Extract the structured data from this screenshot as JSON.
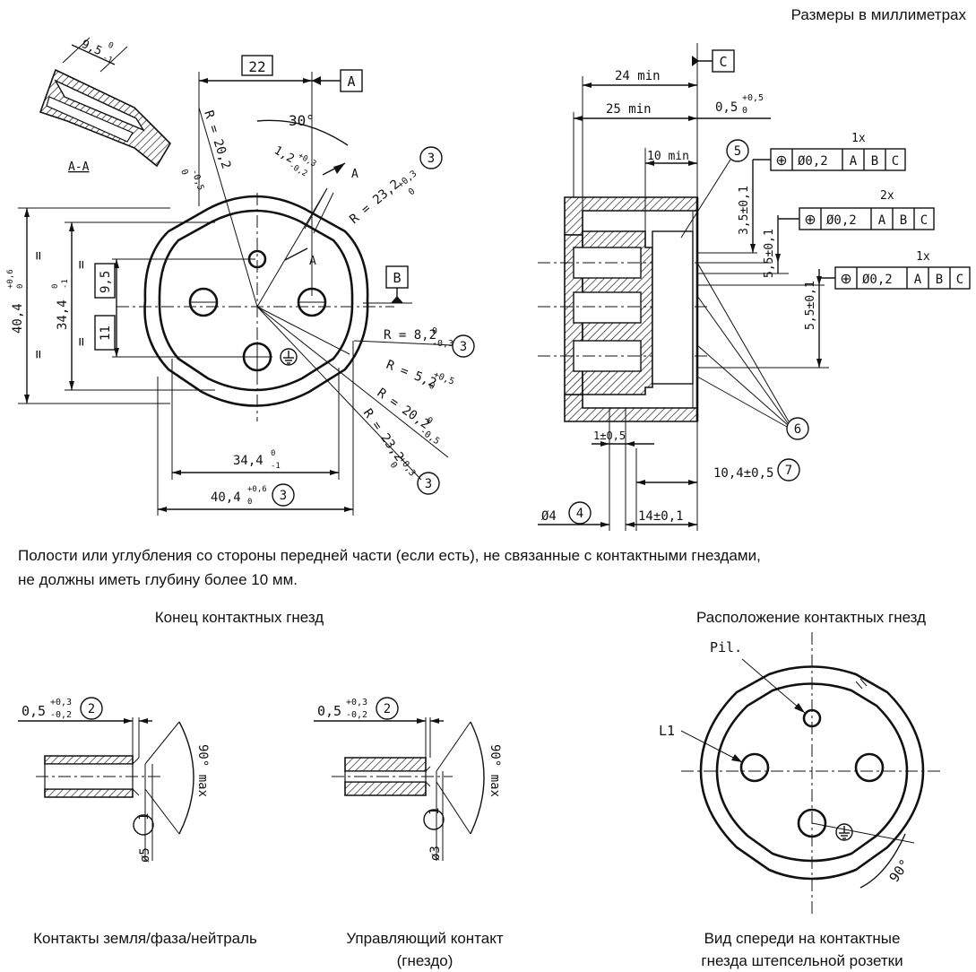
{
  "header": {
    "units_note": "Размеры в миллиметрах"
  },
  "note": {
    "line1": "Полости или углубления со стороны передней части (если есть), не связанные с контактными гнездами,",
    "line2": "не должны иметь глубину более 10 мм."
  },
  "left_view": {
    "box_22": "22",
    "datum_a": "A",
    "datum_b": "B",
    "angle_30": "30°",
    "dim_12": "1,2",
    "dim_12_tol_up": "+0,3",
    "dim_12_tol_lo": "-0,2",
    "r202": "R = 20,2",
    "r202_up": "0",
    "r202_lo": "-0,5",
    "r232_top": "R = 23,2",
    "r232_top_up": "+0,3",
    "r232_top_lo": "0",
    "r82": "R = 8,2",
    "r82_up": "0",
    "r82_lo": "-0,3",
    "r52": "R = 5,2",
    "r52_up": "+0,5",
    "r52_lo": "0",
    "r202b": "R = 20,2",
    "r202b_up": "0",
    "r202b_lo": "-0,5",
    "r232b": "R = 23,2",
    "r232b_up": "+0,3",
    "r232b_lo": "0",
    "v404": "40,4",
    "v404_up": "+0,6",
    "v404_lo": "0",
    "v344": "34,4",
    "v344_up": "0",
    "v344_lo": "-1",
    "box_95": "9,5",
    "box_11": "11",
    "eq": "=",
    "h344": "34,4",
    "h344_up": "0",
    "h344_lo": "-1",
    "h404": "40,4",
    "h404_up": "+0,6",
    "h404_lo": "0",
    "section_label": "A-A",
    "sec_95": "9,5",
    "sec_95_up": "0",
    "sec_95_lo": "-1",
    "arrow_a": "A",
    "circ_3": "3"
  },
  "right_view": {
    "datum_c": "C",
    "min24": "24 min",
    "min25": "25 min",
    "min10": "10 min",
    "dim05": "0,5",
    "dim05_up": "+0,5",
    "dim05_lo": "0",
    "v35": "3,5±0,1",
    "v55a": "5,5±0,1",
    "v55b": "5,5±0,1",
    "fcf": [
      {
        "count": "1x",
        "sym": "⊕",
        "tol": "Ø0,2",
        "a": "A",
        "b": "B",
        "c": "C"
      },
      {
        "count": "2x",
        "sym": "⊕",
        "tol": "Ø0,2",
        "a": "A",
        "b": "B",
        "c": "C"
      },
      {
        "count": "1x",
        "sym": "⊕",
        "tol": "Ø0,2",
        "a": "A",
        "b": "B",
        "c": "C"
      }
    ],
    "d1": "1±0,5",
    "d104": "10,4±0,5",
    "d14": "14±0,1",
    "d4": "Ø4",
    "c4": "4",
    "c5": "5",
    "c6": "6",
    "c7": "7"
  },
  "bottom": {
    "title_left": "Конец контактных гнезд",
    "title_right": "Расположение контактных гнезд",
    "d05_a": "0,5",
    "d05_a_up": "+0,3",
    "d05_a_lo": "-0,2",
    "d05_b": "0,5",
    "d05_b_up": "+0,3",
    "d05_b_lo": "-0,2",
    "c2": "2",
    "c1": "1",
    "diam5": "ø5",
    "diam3": "ø3",
    "max90": "90° max",
    "pil": "Pil.",
    "l1": "L1",
    "deg90": "90°",
    "caption1": "Контакты земля/фаза/нейтраль",
    "caption2a": "Управляющий контакт",
    "caption2b": "(гнездо)",
    "caption3a": "Вид спереди на контактные",
    "caption3b": "гнезда штепсельной розетки"
  }
}
